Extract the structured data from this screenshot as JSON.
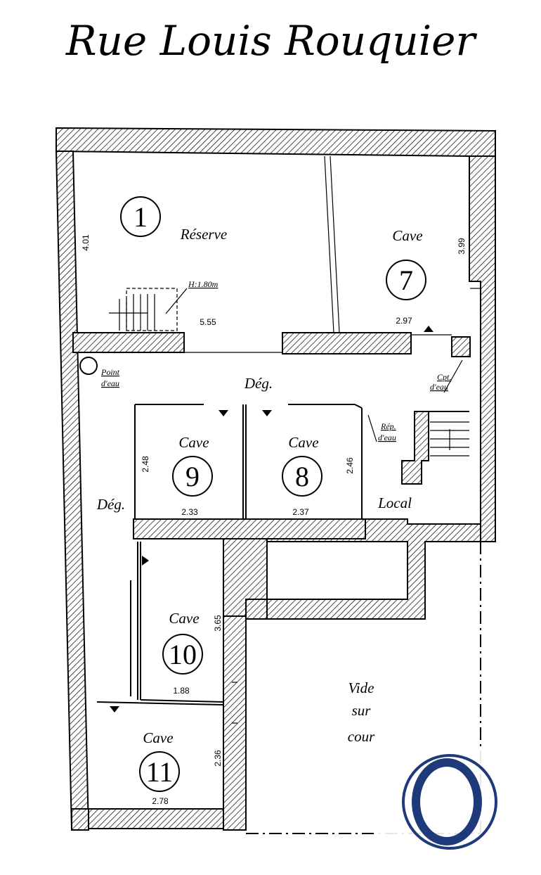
{
  "street": "Rue Louis Rouquier",
  "rooms": [
    {
      "id": "1",
      "name": "Réserve"
    },
    {
      "id": "7",
      "name": "Cave"
    },
    {
      "id": "8",
      "name": "Cave"
    },
    {
      "id": "9",
      "name": "Cave"
    },
    {
      "id": "10",
      "name": "Cave"
    },
    {
      "id": "11",
      "name": "Cave"
    }
  ],
  "labels": {
    "deg1": "Dég.",
    "deg2": "Dég.",
    "local": "Local",
    "point_eau_1": "Point",
    "point_eau_2": "d'eau",
    "cpt_eau_1": "Cpt.",
    "cpt_eau_2": "d'eau",
    "rep_eau_1": "Rép.",
    "rep_eau_2": "d'eau",
    "hauteur": "H:1.80m",
    "vide_1": "Vide",
    "vide_2": "sur",
    "vide_3": "cour"
  },
  "dimensions": {
    "r1_h": "4.01",
    "r1_w": "5.55",
    "r7_h": "3.99",
    "r7_w": "2.97",
    "r9_h": "2.48",
    "r9_w": "2.33",
    "r8_h": "2.46",
    "r8_w": "2.37",
    "r10_h": "3.65",
    "r10_w": "1.88",
    "r11_h": "2.36",
    "r11_w": "2.78"
  },
  "colors": {
    "ink": "#000000",
    "logo": "#1f3a7a"
  },
  "logo_icon": "circle-o-logo-icon"
}
